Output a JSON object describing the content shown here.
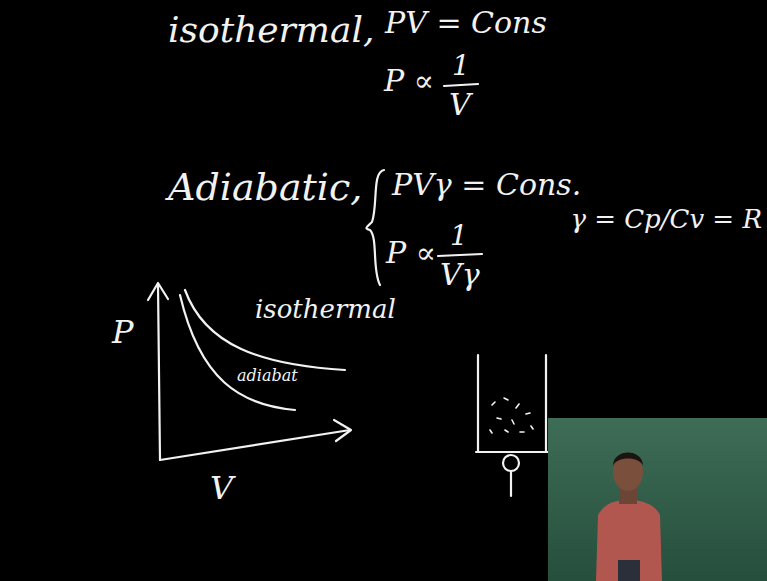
{
  "diagram": {
    "labels": [
      "isothermal,",
      "PV = Cons",
      "P ∝",
      "1",
      "V",
      "Adiabatic,",
      "PVγ = Cons.",
      "P ∝",
      "1",
      "Vγ",
      "γ = Cp/Cv = R",
      "P",
      "isothermal",
      "adiabat",
      "V"
    ]
  }
}
